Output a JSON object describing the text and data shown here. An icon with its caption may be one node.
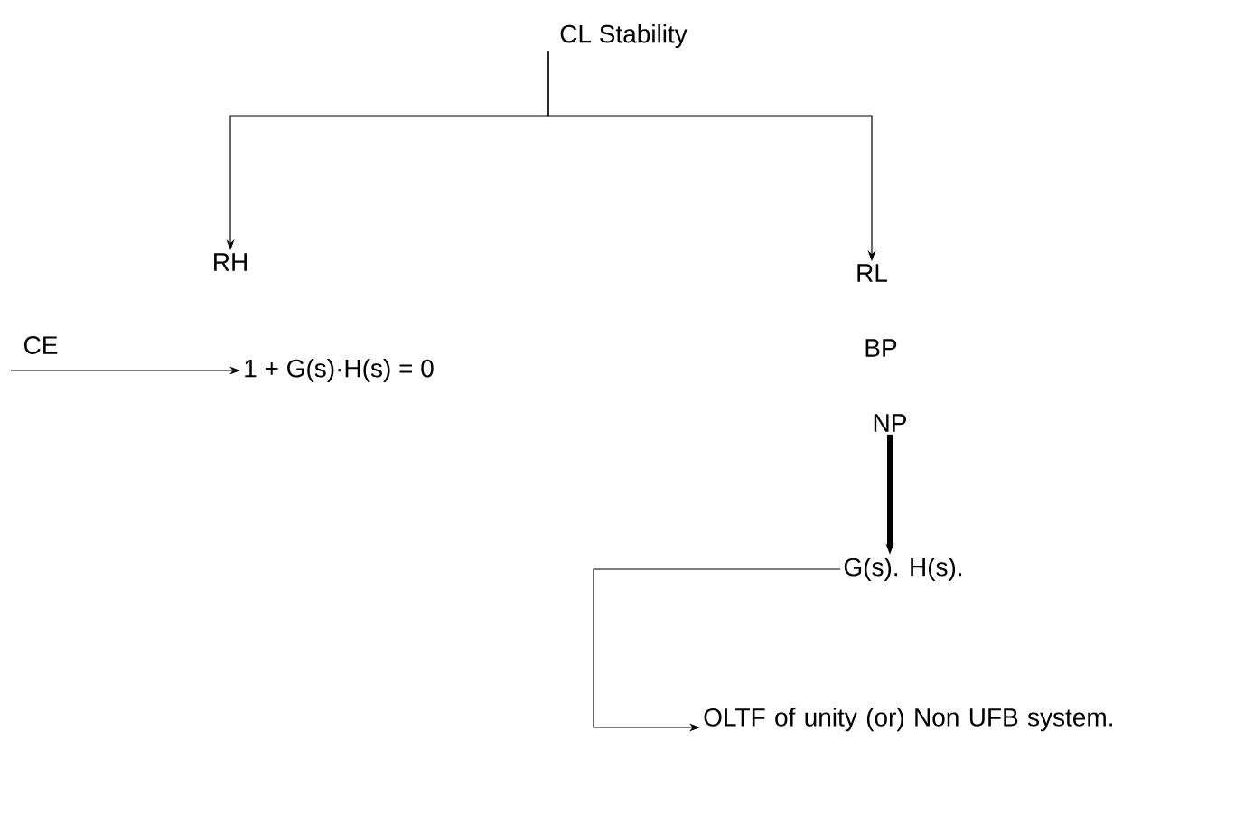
{
  "diagram": {
    "nodes": [
      {
        "text": [
          "CL Stability"
        ]
      },
      {
        "text": [
          "RH"
        ]
      },
      {
        "text": [
          "RL"
        ]
      },
      {
        "text": [
          "BP"
        ]
      },
      {
        "text": [
          "NP"
        ]
      },
      {
        "text": [
          "1 + G(s)·H(s) = 0"
        ]
      },
      {
        "text": [
          "G(s). H(s)."
        ]
      },
      {
        "text": [
          "OLTF of unity (or) Non UFB system."
        ]
      }
    ],
    "edges": [
      {
        "from": 0,
        "to": 1,
        "arrow": "to"
      },
      {
        "from": 0,
        "to": 2,
        "arrow": "to"
      },
      {
        "from": null,
        "to": 5,
        "arrow": "to",
        "label": "CE"
      },
      {
        "from": 4,
        "to": 6,
        "arrow": "to",
        "style": "thick"
      },
      {
        "from": 6,
        "to": 7,
        "arrow": "to"
      }
    ]
  }
}
